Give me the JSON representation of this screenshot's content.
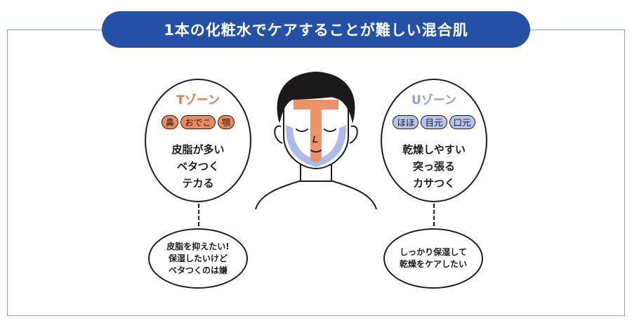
{
  "title": "1本の化粧水でケアすることが難しい混合肌",
  "colors": {
    "title_bg": "#2451a6",
    "frame": "#8aa0c4",
    "t_zone": "#ec8a5f",
    "t_title": "#e8774a",
    "u_zone": "#b6c3ea",
    "u_title": "#8f9fd0"
  },
  "t_zone": {
    "title": "Tゾーン",
    "tags": [
      "鼻",
      "おでこ",
      "顎"
    ],
    "description": [
      "皮脂が多い",
      "ベタつく",
      "テカる"
    ],
    "note": [
      "皮脂を抑えたい!",
      "保湿したいけど",
      "ベタつくのは嫌"
    ]
  },
  "u_zone": {
    "title": "Uゾーン",
    "tags": [
      "ほほ",
      "目元",
      "口元"
    ],
    "description": [
      "乾燥しやすい",
      "突っ張る",
      "カサつく"
    ],
    "note": [
      "しっかり保湿して",
      "乾燥をケアしたい"
    ]
  },
  "illustration": "face-with-t-zone-and-u-zone"
}
